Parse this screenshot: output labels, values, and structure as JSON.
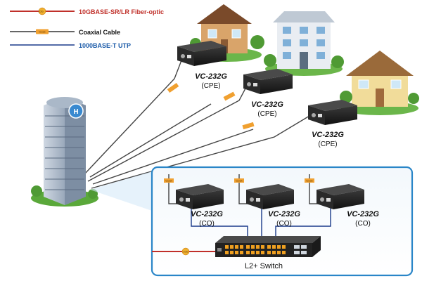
{
  "legend": {
    "fiber_label": "10GBASE-SR/LR Fiber-optic",
    "coax_label": "Coaxial Cable",
    "utp_label": "1000BASE-T UTP",
    "fiber_tag": "10G",
    "coax_tag": "Coax"
  },
  "cpe_devices": [
    {
      "model": "VC-232G",
      "role": "(CPE)"
    },
    {
      "model": "VC-232G",
      "role": "(CPE)"
    },
    {
      "model": "VC-232G",
      "role": "(CPE)"
    }
  ],
  "co_devices": [
    {
      "model": "VC-232G",
      "role": "(CO)"
    },
    {
      "model": "VC-232G",
      "role": "(CO)"
    },
    {
      "model": "VC-232G",
      "role": "(CO)"
    }
  ],
  "switch": {
    "label": "L2+ Switch"
  },
  "cable_tags": {
    "coax": "Coax",
    "fiber": "10G"
  },
  "colors": {
    "fiber": "#c0302a",
    "fiber_tag": "#e8a020",
    "coax": "#333333",
    "coax_tag": "#f0a030",
    "utp": "#1a3a8a",
    "panel_border": "#2a86c8",
    "device": "#1e1e1e",
    "building": "#8a9aae",
    "lawn": "#5aa83a"
  }
}
